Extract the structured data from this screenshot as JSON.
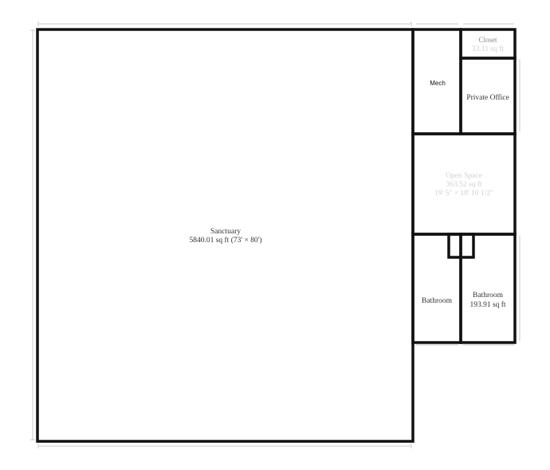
{
  "rooms": {
    "sanctuary": {
      "name": "Sanctuary",
      "detail": "5840.01 sq ft (73' × 80')"
    },
    "mech": {
      "name": "Mech"
    },
    "closet": {
      "name": "Closet",
      "detail": "33.11 sq ft"
    },
    "private_office": {
      "name": "Private Office"
    },
    "open_space": {
      "name": "Open Space",
      "detail": "363.52 sq ft",
      "dims": "19' 5\" × 18' 10 1/2\""
    },
    "bathroom_left": {
      "name": "Bathroom"
    },
    "bathroom_right": {
      "name": "Bathroom",
      "detail": "193.91 sq ft"
    }
  },
  "colors": {
    "wall": "#111111",
    "dimension": "#c8c8c8",
    "faint_text": "#d0d0d0"
  }
}
